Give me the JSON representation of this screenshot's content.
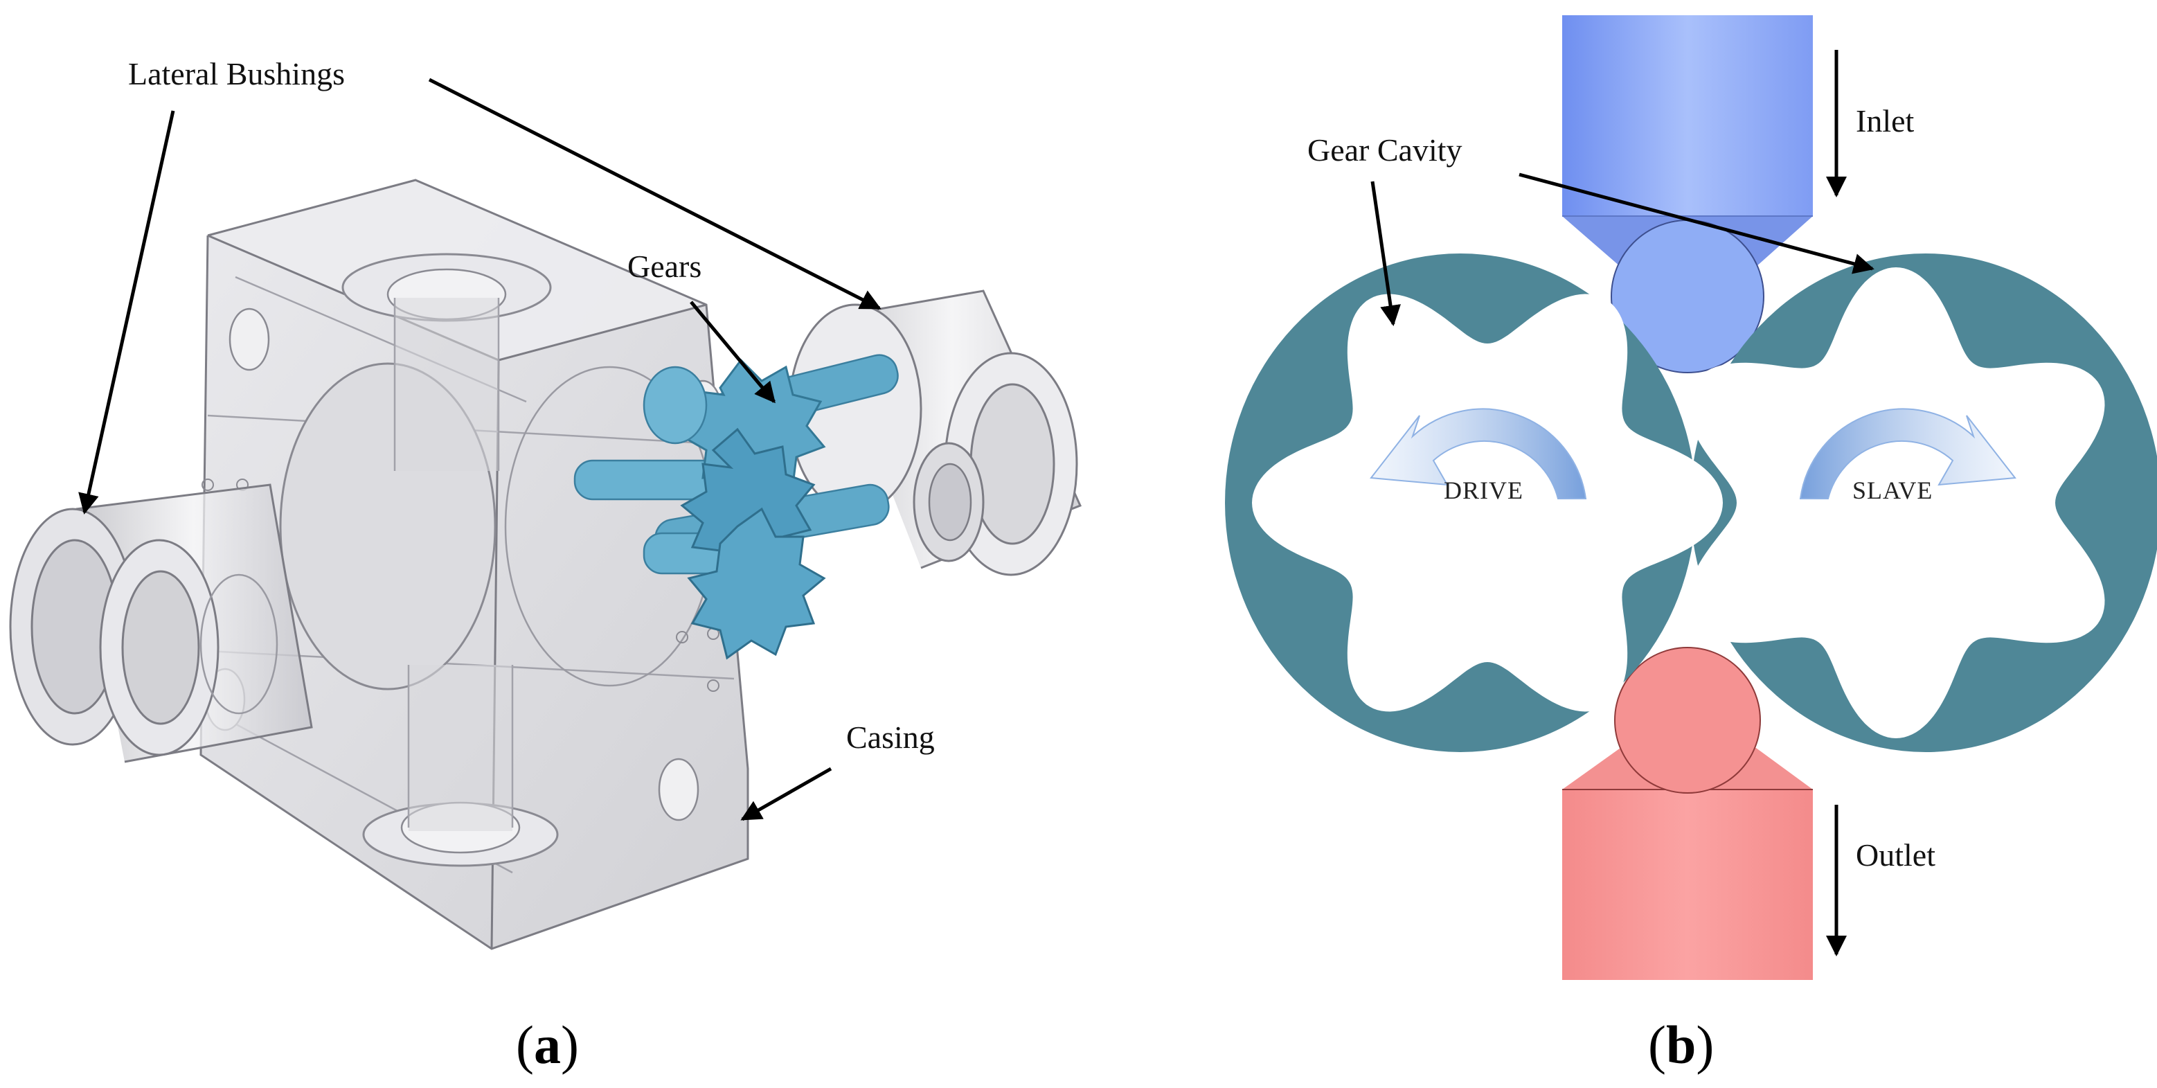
{
  "panel_a": {
    "labels": {
      "lateral_bushings": "Lateral Bushings",
      "gears": "Gears",
      "casing": "Casing"
    },
    "caption_open": "(",
    "caption_letter": "a",
    "caption_close": ")"
  },
  "panel_b": {
    "labels": {
      "gear_cavity": "Gear Cavity",
      "inlet": "Inlet",
      "outlet": "Outlet",
      "drive": "DRIVE",
      "slave": "SLAVE"
    },
    "caption_open": "(",
    "caption_letter": "b",
    "caption_close": ")"
  },
  "colors": {
    "cavity": "#4f8797",
    "inlet": "#8fadf5",
    "outlet": "#f59292",
    "gear_3d": "#5fa9c9",
    "casing": "#d4d4d8"
  }
}
